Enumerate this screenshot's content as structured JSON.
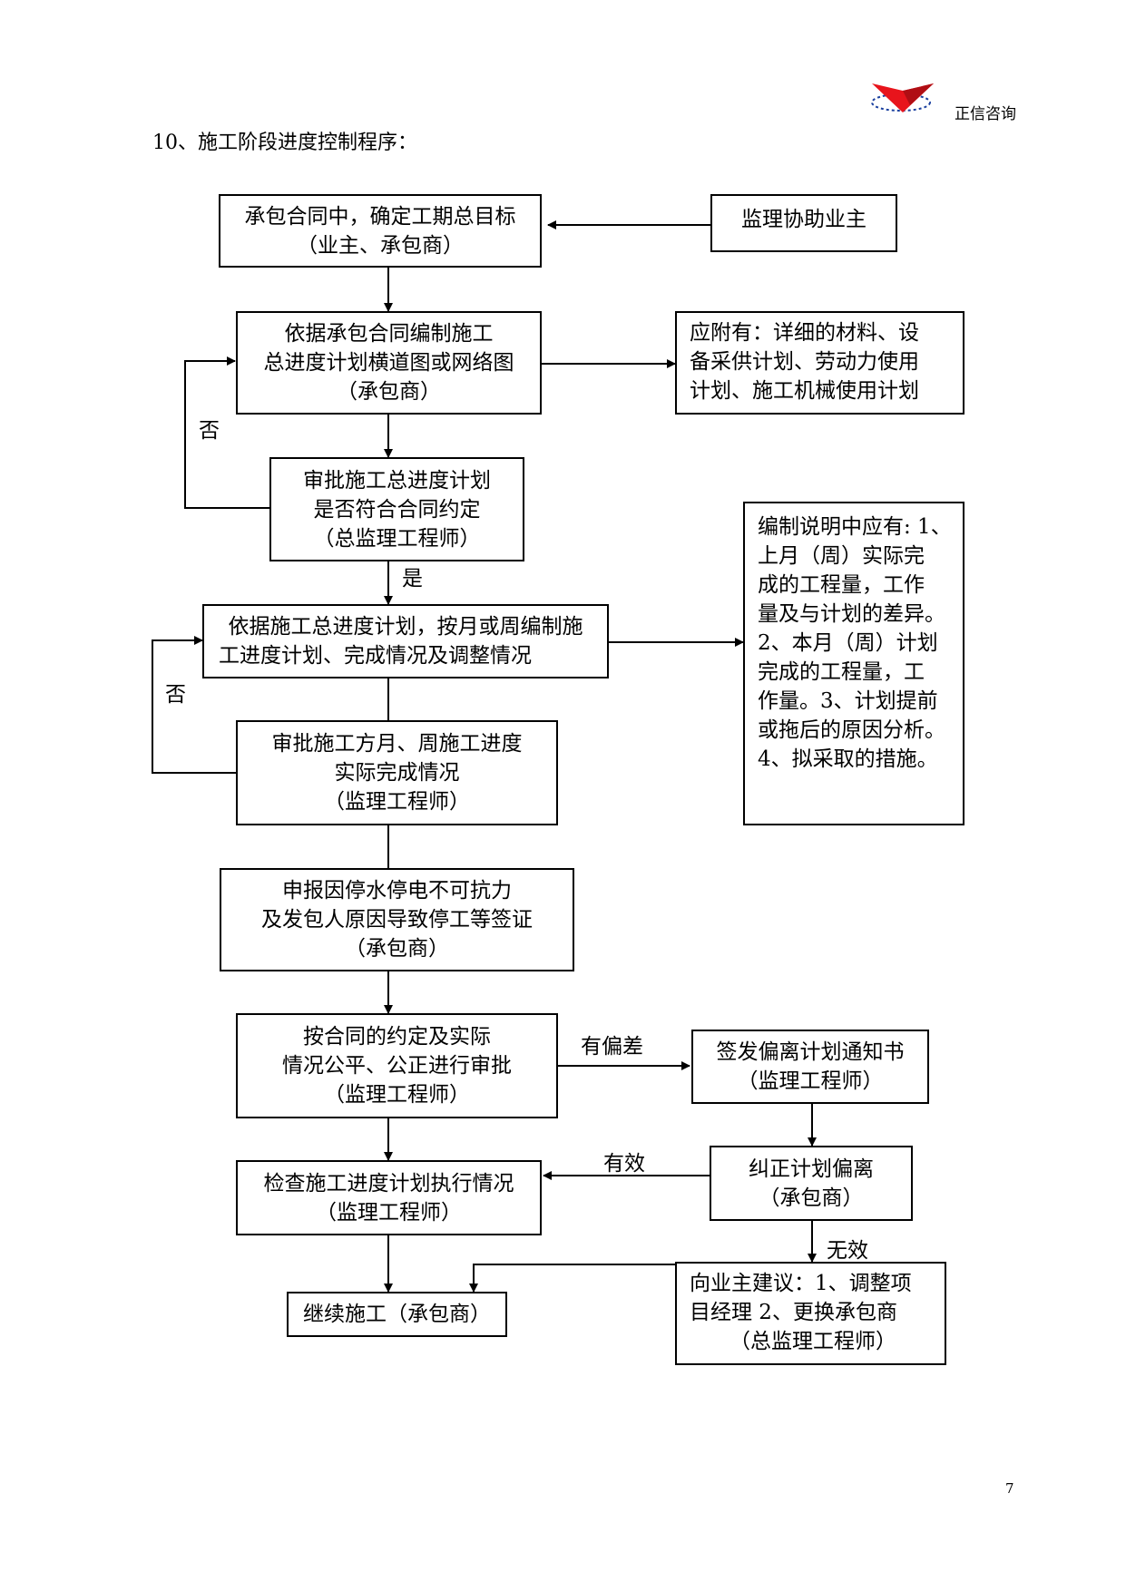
{
  "header": {
    "company": "正信咨询"
  },
  "section_title": "10、施工阶段进度控制程序：",
  "page_number": "7",
  "flow": {
    "n1": [
      "承包合同中，确定工期总目标",
      "（业主、承包商）"
    ],
    "n_owner": [
      "监理协助业主"
    ],
    "n2": [
      "依据承包合同编制施工",
      "总进度计划横道图或网络图",
      "（承包商）"
    ],
    "n_attach": [
      "应附有：详细的材料、设",
      "备采供计划、劳动力使用",
      "计划、施工机械使用计划"
    ],
    "n3": [
      "审批施工总进度计划",
      "是否符合合同约定",
      "（总监理工程师）"
    ],
    "n_note": [
      "编制说明中应有: 1、",
      "上月（周）实际完",
      "成的工程量，工作",
      "量及与计划的差异。",
      "2、本月（周）计划",
      "完成的工程量，工",
      "作量。3、计划提前",
      "或拖后的原因分析。",
      "4、拟采取的措施。"
    ],
    "n4": [
      "依据施工总进度计划，按月或周编制施",
      "工进度计划、完成情况及调整情况"
    ],
    "n5": [
      "审批施工方月、周施工进度",
      "实际完成情况",
      "（监理工程师）"
    ],
    "n6": [
      "申报因停水停电不可抗力",
      "及发包人原因导致停工等签证",
      "（承包商）"
    ],
    "n7": [
      "按合同的约定及实际",
      "情况公平、公正进行审批",
      "（监理工程师）"
    ],
    "n_notice": [
      "签发偏离计划通知书",
      "（监理工程师）"
    ],
    "n8": [
      "检查施工进度计划执行情况",
      "（监理工程师）"
    ],
    "n_correct": [
      "纠正计划偏离",
      "（承包商）"
    ],
    "n9": [
      "继续施工（承包商）"
    ],
    "n_suggest": [
      "向业主建议：1、调整项",
      "目经理 2、更换承包商",
      "（总监理工程师）"
    ]
  },
  "labels": {
    "no1": "否",
    "yes": "是",
    "no2": "否",
    "deviation": "有偏差",
    "effective": "有效",
    "ineffective": "无效"
  }
}
